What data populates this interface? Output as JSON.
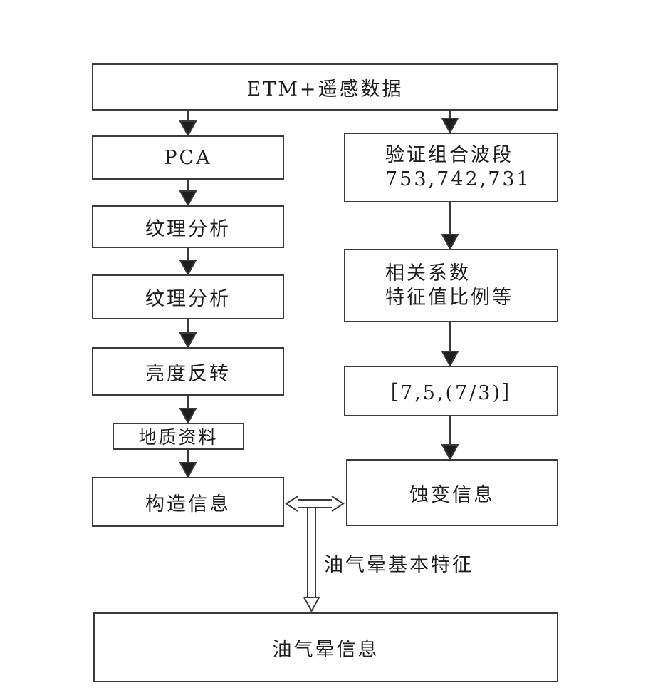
{
  "top": {
    "label": "ETM+遥感数据"
  },
  "left_column": [
    {
      "id": "pca",
      "label": "PCA"
    },
    {
      "id": "texture-1",
      "label": "纹理分析"
    },
    {
      "id": "texture-2",
      "label": "纹理分析"
    },
    {
      "id": "brightness",
      "label": "亮度反转"
    },
    {
      "id": "geology",
      "label": "地质资料"
    },
    {
      "id": "structure",
      "label": "构造信息"
    }
  ],
  "right_column": [
    {
      "id": "band-combo",
      "lines": [
        "验证组合波段",
        "753,742,731"
      ]
    },
    {
      "id": "correlation",
      "lines": [
        "相关系数",
        "特征值比例等"
      ]
    },
    {
      "id": "ratio",
      "label": "［7,5,(7/3)］"
    },
    {
      "id": "alteration",
      "label": "蚀变信息"
    }
  ],
  "connector_label": "油气晕基本特征",
  "bottom": {
    "label": "油气晕信息"
  },
  "colors": {
    "stroke": "#3a3a3a",
    "text": "#1e1e1e",
    "background": "#ffffff"
  }
}
